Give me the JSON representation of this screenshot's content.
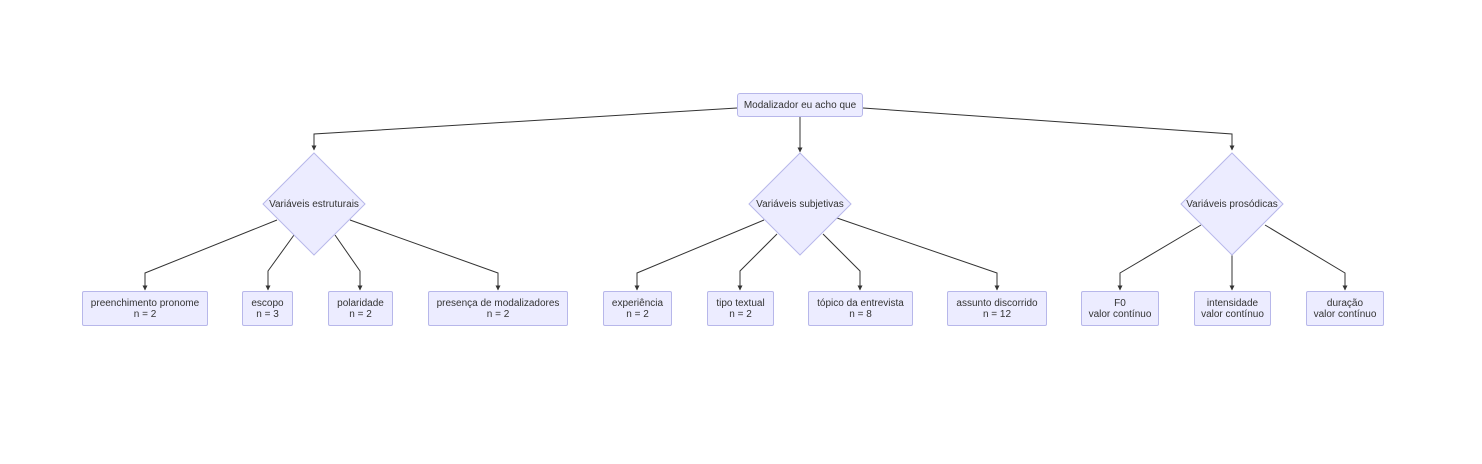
{
  "root": {
    "label": "Modalizador eu acho que"
  },
  "categories": [
    {
      "label": "Variáveis estruturais",
      "leaves": [
        {
          "label": "preenchimento pronome",
          "detail": "n = 2"
        },
        {
          "label": "escopo",
          "detail": "n = 3"
        },
        {
          "label": "polaridade",
          "detail": "n = 2"
        },
        {
          "label": "presença de modalizadores",
          "detail": "n = 2"
        }
      ]
    },
    {
      "label": "Variáveis subjetivas",
      "leaves": [
        {
          "label": "experiência",
          "detail": "n = 2"
        },
        {
          "label": "tipo textual",
          "detail": "n = 2"
        },
        {
          "label": "tópico da entrevista",
          "detail": "n = 8"
        },
        {
          "label": "assunto discorrido",
          "detail": "n = 12"
        }
      ]
    },
    {
      "label": "Variáveis prosódicas",
      "leaves": [
        {
          "label": "F0",
          "detail": "valor contínuo"
        },
        {
          "label": "intensidade",
          "detail": "valor contínuo"
        },
        {
          "label": "duração",
          "detail": "valor contínuo"
        }
      ]
    }
  ],
  "colors": {
    "node_fill": "#ececff",
    "node_stroke": "#b7b7ea",
    "edge": "#333333",
    "text": "#333333"
  }
}
